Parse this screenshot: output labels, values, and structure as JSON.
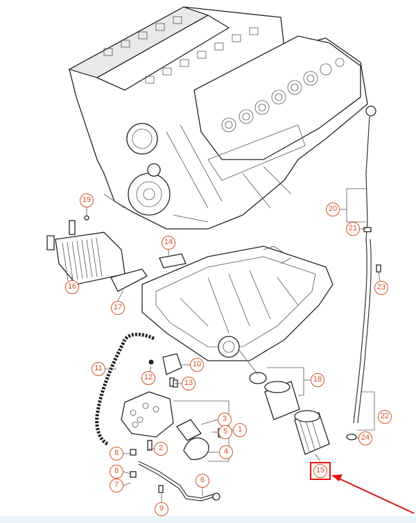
{
  "diagram": {
    "callouts": [
      {
        "id": "19",
        "label": "19"
      },
      {
        "id": "20",
        "label": "20"
      },
      {
        "id": "21",
        "label": "21"
      },
      {
        "id": "14",
        "label": "14"
      },
      {
        "id": "16",
        "label": "16"
      },
      {
        "id": "17",
        "label": "17"
      },
      {
        "id": "23",
        "label": "23"
      },
      {
        "id": "11",
        "label": "11"
      },
      {
        "id": "10",
        "label": "10"
      },
      {
        "id": "12",
        "label": "12"
      },
      {
        "id": "13",
        "label": "13"
      },
      {
        "id": "18",
        "label": "18"
      },
      {
        "id": "3",
        "label": "3"
      },
      {
        "id": "5",
        "label": "5"
      },
      {
        "id": "1",
        "label": "1"
      },
      {
        "id": "4",
        "label": "4"
      },
      {
        "id": "2",
        "label": "2"
      },
      {
        "id": "8a",
        "label": "8"
      },
      {
        "id": "8b",
        "label": "8"
      },
      {
        "id": "7",
        "label": "7"
      },
      {
        "id": "6",
        "label": "6"
      },
      {
        "id": "9",
        "label": "9"
      },
      {
        "id": "22",
        "label": "22"
      },
      {
        "id": "24",
        "label": "24"
      },
      {
        "id": "15",
        "label": "15"
      }
    ],
    "colors": {
      "callout": "#d1521f",
      "highlight": "#e11111",
      "line": "#222222",
      "strip": "#eaf4fb"
    }
  }
}
